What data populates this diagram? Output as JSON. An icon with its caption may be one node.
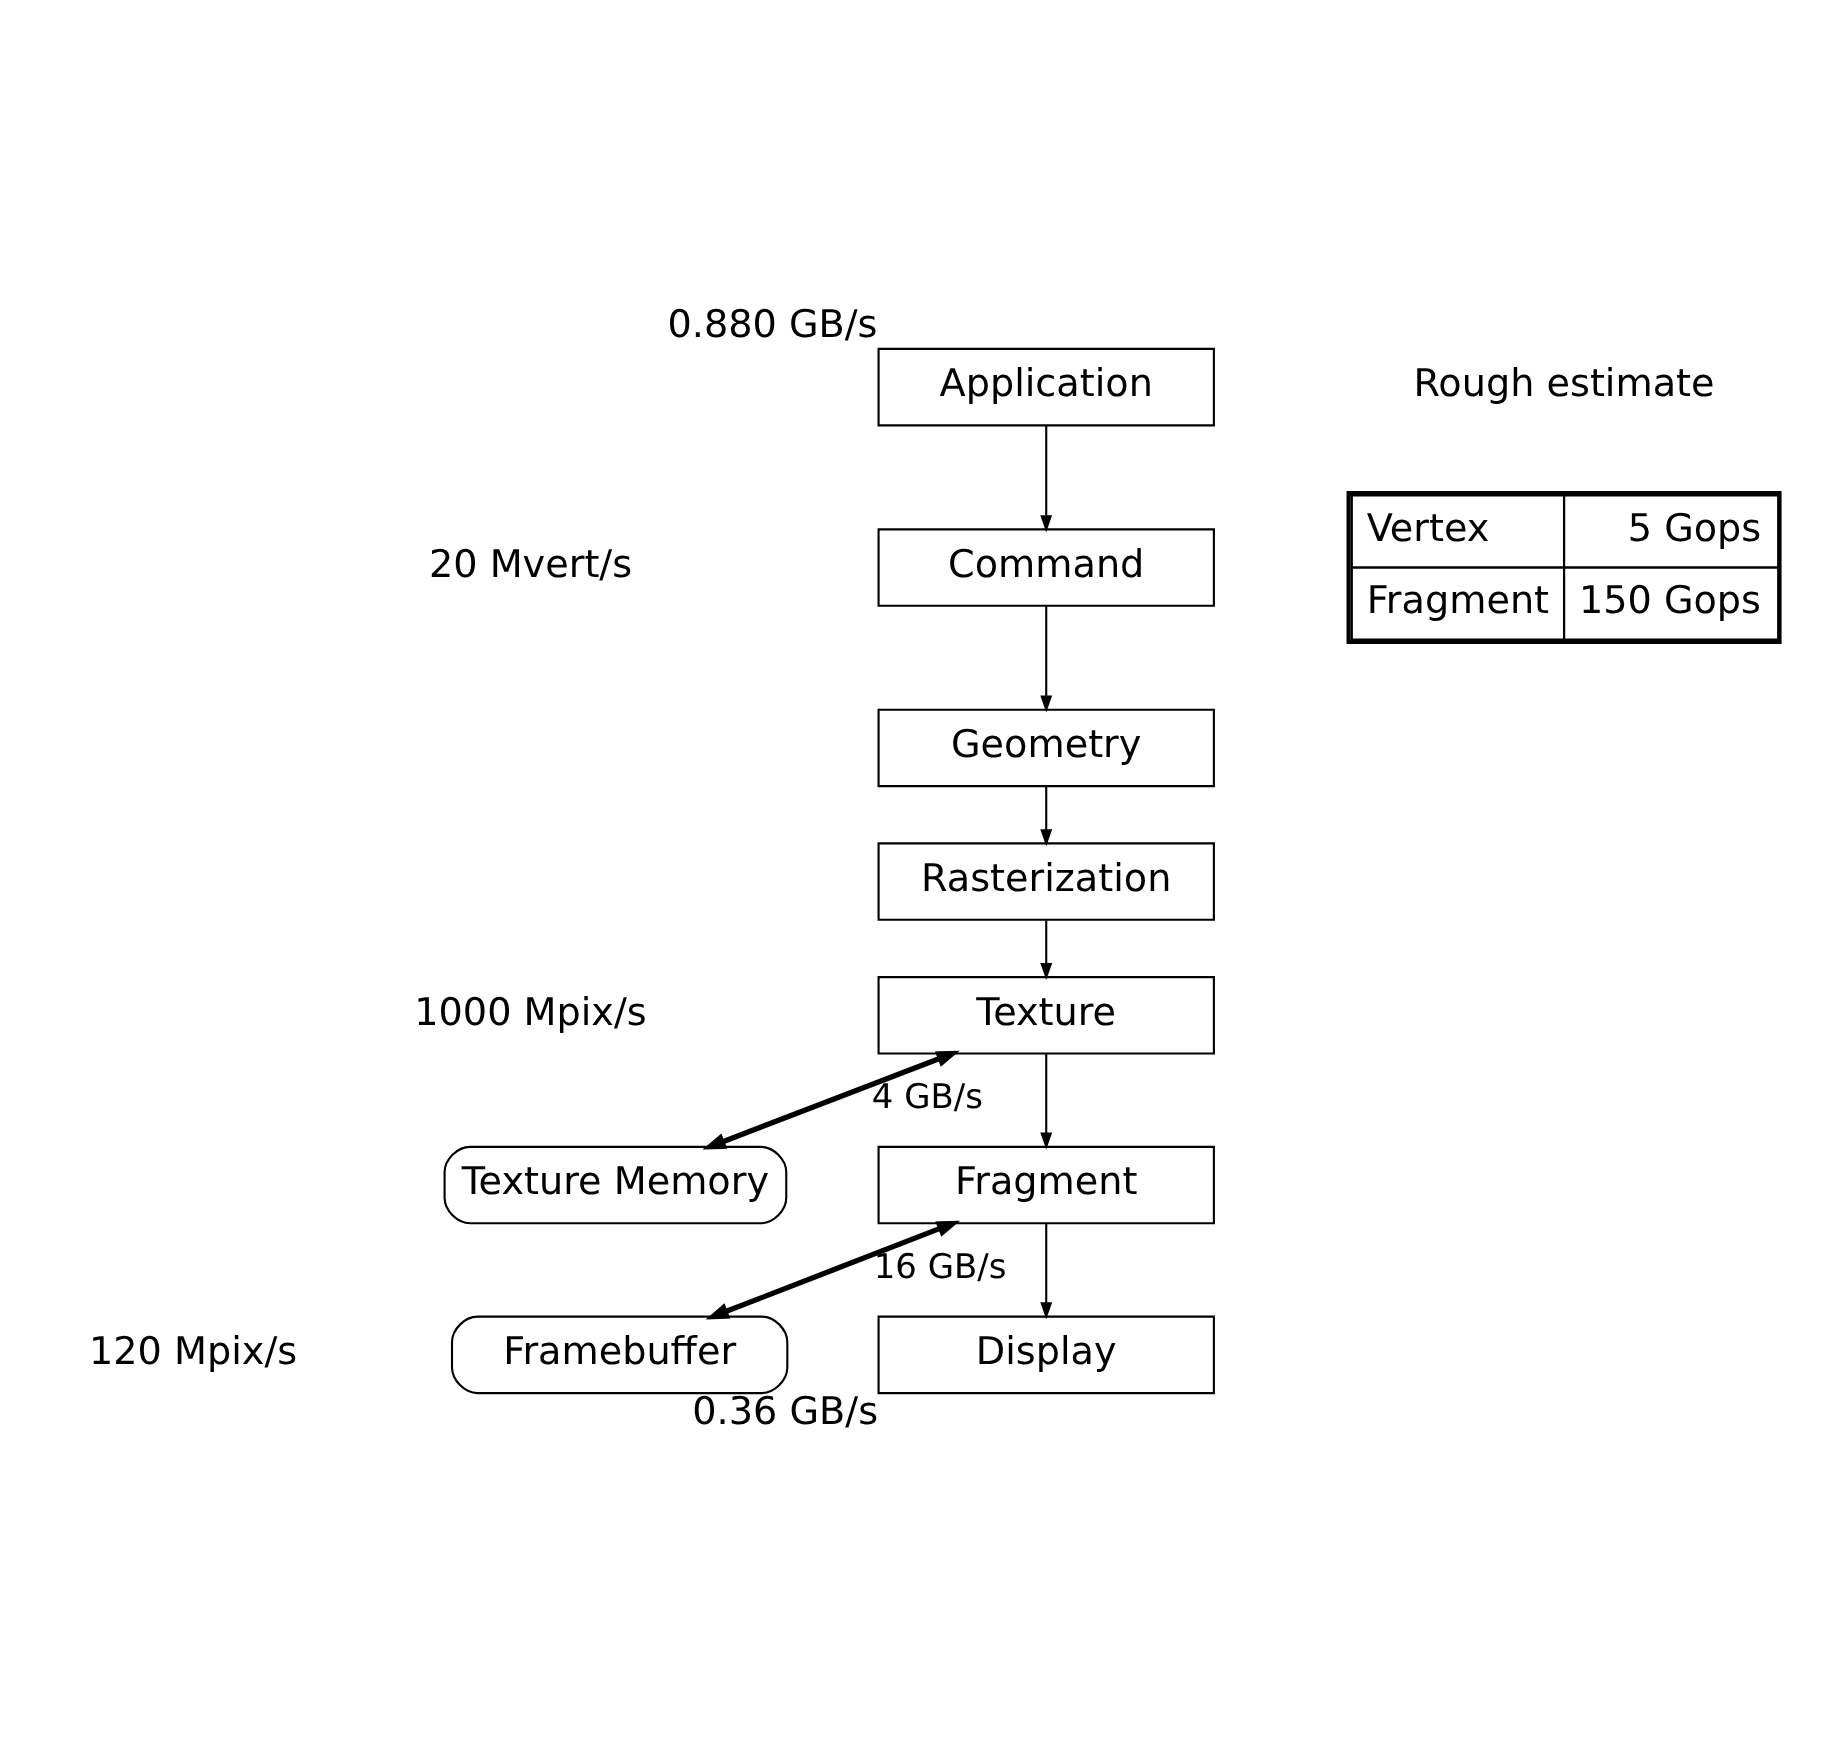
{
  "diagram": {
    "nodes": [
      {
        "text": [
          "Application"
        ],
        "beside": [
          "0.880 GB/s"
        ]
      },
      {
        "text": [
          "Command"
        ]
      },
      {
        "text": [
          "Geometry"
        ]
      },
      {
        "text": [
          "Rasterization"
        ]
      },
      {
        "text": [
          "Texture"
        ]
      },
      {
        "text": [
          "Fragment"
        ]
      },
      {
        "text": [
          "Display"
        ],
        "beside": [
          "0.36 GB/s"
        ]
      },
      {
        "text": [
          "Texture Memory"
        ]
      },
      {
        "text": [
          "Framebuffer"
        ]
      }
    ],
    "edges": [
      {
        "from": 0,
        "to": 1,
        "arrow": "to"
      },
      {
        "from": 1,
        "to": 2,
        "arrow": "to"
      },
      {
        "from": 2,
        "to": 3,
        "arrow": "to"
      },
      {
        "from": 3,
        "to": 4,
        "arrow": "to"
      },
      {
        "from": 4,
        "to": 5,
        "arrow": "to"
      },
      {
        "from": 5,
        "to": 6,
        "arrow": "to"
      },
      {
        "from": 4,
        "to": 7,
        "arrow": "both",
        "label": "4 GB/s",
        "style": "thick"
      },
      {
        "from": 5,
        "to": 8,
        "arrow": "both",
        "label": "16 GB/s",
        "style": "thick"
      }
    ],
    "labels": [
      "Rough estimate",
      "Vertex",
      "5 Gops",
      "Fragment",
      "150 Gops",
      "20 Mvert/s",
      "1000 Mpix/s",
      "120 Mpix/s"
    ]
  }
}
